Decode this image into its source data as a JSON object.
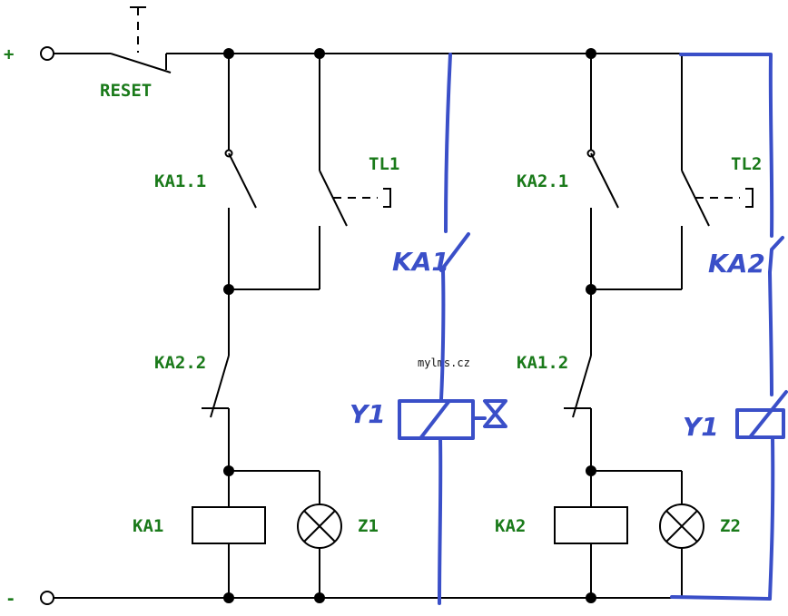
{
  "colors": {
    "wire": "#000000",
    "label": "#1a7a1a",
    "handwritten": "#3a4fc8",
    "watermark": "#111111"
  },
  "terminals": {
    "plus": "+",
    "minus": "-"
  },
  "labels": {
    "reset": "RESET",
    "ka11": "KA1.1",
    "tl1": "TL1",
    "ka22": "KA2.2",
    "ka1": "KA1",
    "z1": "Z1",
    "ka21": "KA2.1",
    "tl2": "TL2",
    "ka12": "KA1.2",
    "ka2": "KA2",
    "z2": "Z2"
  },
  "handwritten": {
    "ka1": "KA1",
    "ka2": "KA2",
    "y1_left": "Y1",
    "y1_right": "Y1"
  },
  "watermark": "mylms.cz",
  "icons": [
    "pushbutton-icon",
    "contact-icon",
    "coil-icon",
    "lamp-icon",
    "solenoid-valve-icon"
  ]
}
